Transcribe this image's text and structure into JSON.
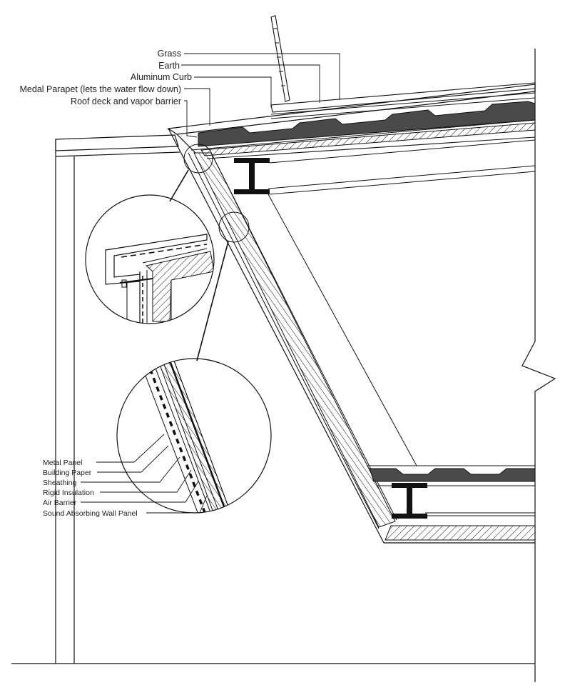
{
  "labels": {
    "grass": "Grass",
    "earth": "Earth",
    "aluminum_curb": "Aluminum Curb",
    "medal_parapet": "Medal Parapet (lets the water flow down)",
    "roof_deck": "Roof deck and vapor barrier",
    "metal_panel": "Metal Panel",
    "building_paper": "Building Paper",
    "sheathing": "Sheathing",
    "rigid_insulation": "Rigid Insulation",
    "air_barrier": "Air Barrier",
    "sound_absorbing": "Sound Absorbing Wall Panel"
  },
  "colors": {
    "line": "#111111",
    "deck_fill": "#4a4a4a",
    "background": "#ffffff"
  }
}
